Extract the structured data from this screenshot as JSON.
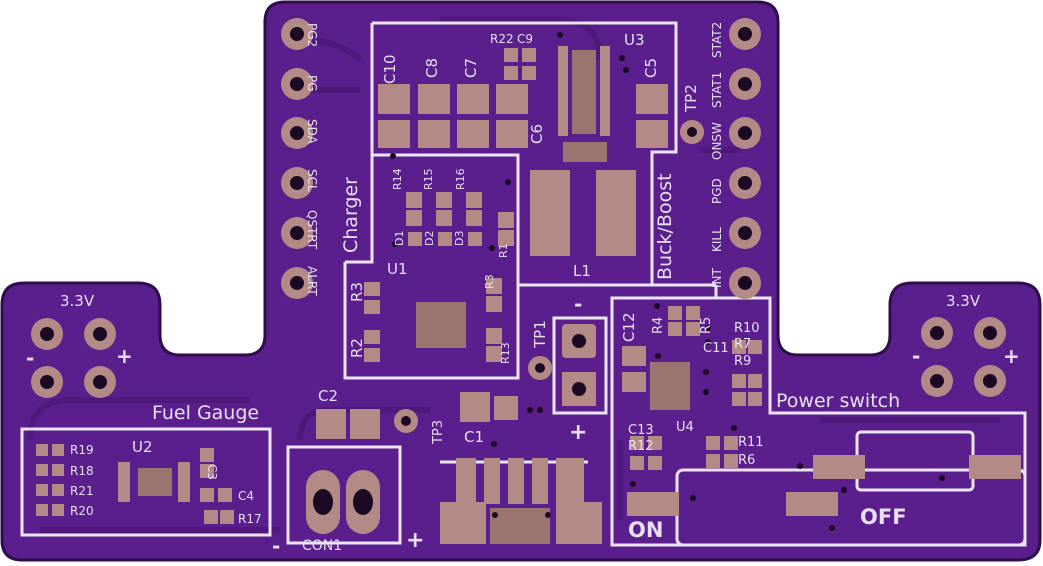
{
  "colors": {
    "board": "#5a1f8c",
    "board_edge": "#2e0e4d",
    "silk": "#ece4f4",
    "pad": "#b48a86",
    "pad_dark": "#9c7470",
    "via": "#1a0a24",
    "trace": "#4c1878"
  },
  "header_left": [
    "PG2",
    "PG",
    "SDA",
    "SCL",
    "QSTRT",
    "ALRT"
  ],
  "header_right": [
    "STAT2",
    "STAT1",
    "ONSW",
    "PGD",
    "KILL",
    "INT"
  ],
  "sections": {
    "charger": "Charger",
    "buck_boost": "Buck/Boost",
    "fuel_gauge": "Fuel Gauge",
    "power_switch": "Power switch"
  },
  "components": {
    "c10": "C10",
    "c8": "C8",
    "c7": "C7",
    "c9": "C9",
    "r22": "R22",
    "u3": "U3",
    "c5": "C5",
    "c6": "C6",
    "tp2": "TP2",
    "r14": "R14",
    "r15": "R15",
    "r16": "R16",
    "d1": "D1",
    "d2": "D2",
    "d3": "D3",
    "r1": "R1",
    "u1": "U1",
    "r3a": "R3",
    "r3b": "R3",
    "r2": "R2",
    "r13": "R13",
    "tp1": "TP1",
    "l1": "L1",
    "c12": "C12",
    "r4": "R4",
    "r5": "R5",
    "c11": "C11",
    "r10": "R10",
    "r7": "R7",
    "r9": "R9",
    "c13": "C13",
    "u4": "U4",
    "r12": "R12",
    "r11": "R11",
    "r6": "R6",
    "c2": "C2",
    "tp3": "TP3",
    "c1": "C1",
    "con1": "CON1",
    "u2": "U2",
    "r19": "R19",
    "r18": "R18",
    "r21": "R21",
    "r20": "R20",
    "c3": "C3",
    "c4": "C4",
    "r17": "R17"
  },
  "misc": {
    "v_left": "3.3V",
    "v_right": "3.3V",
    "minus": "-",
    "plus": "+",
    "on": "ON",
    "off": "OFF"
  }
}
